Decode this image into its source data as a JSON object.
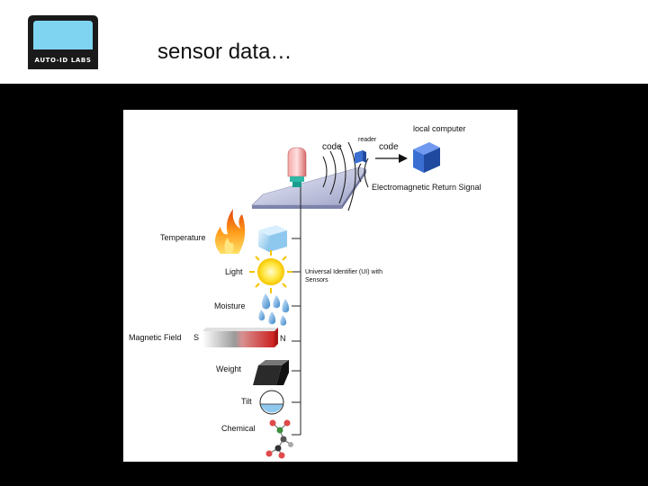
{
  "header": {
    "logo_text": "AUTO-ID LABS",
    "title": "sensor data…"
  },
  "diagram": {
    "local_computer": "local computer",
    "reader": "reader",
    "code_left": "code",
    "code_right": "code",
    "return_signal": "Electromagnetic Return Signal",
    "identifier_label": "Universal Identifier (UI) with Sensors",
    "sensors": {
      "temperature": "Temperature",
      "light": "Light",
      "moisture": "Moisture",
      "magnetic_field": "Magnetic Field",
      "pole_s": "S",
      "pole_n": "N",
      "weight": "Weight",
      "tilt": "Tilt",
      "chemical": "Chemical"
    }
  },
  "colors": {
    "page_background": "#000000",
    "header_background": "#ffffff",
    "logo_screen": "#7fd4f2",
    "computer_cube": "#3a6fd1",
    "platform": "#c9cce6"
  }
}
